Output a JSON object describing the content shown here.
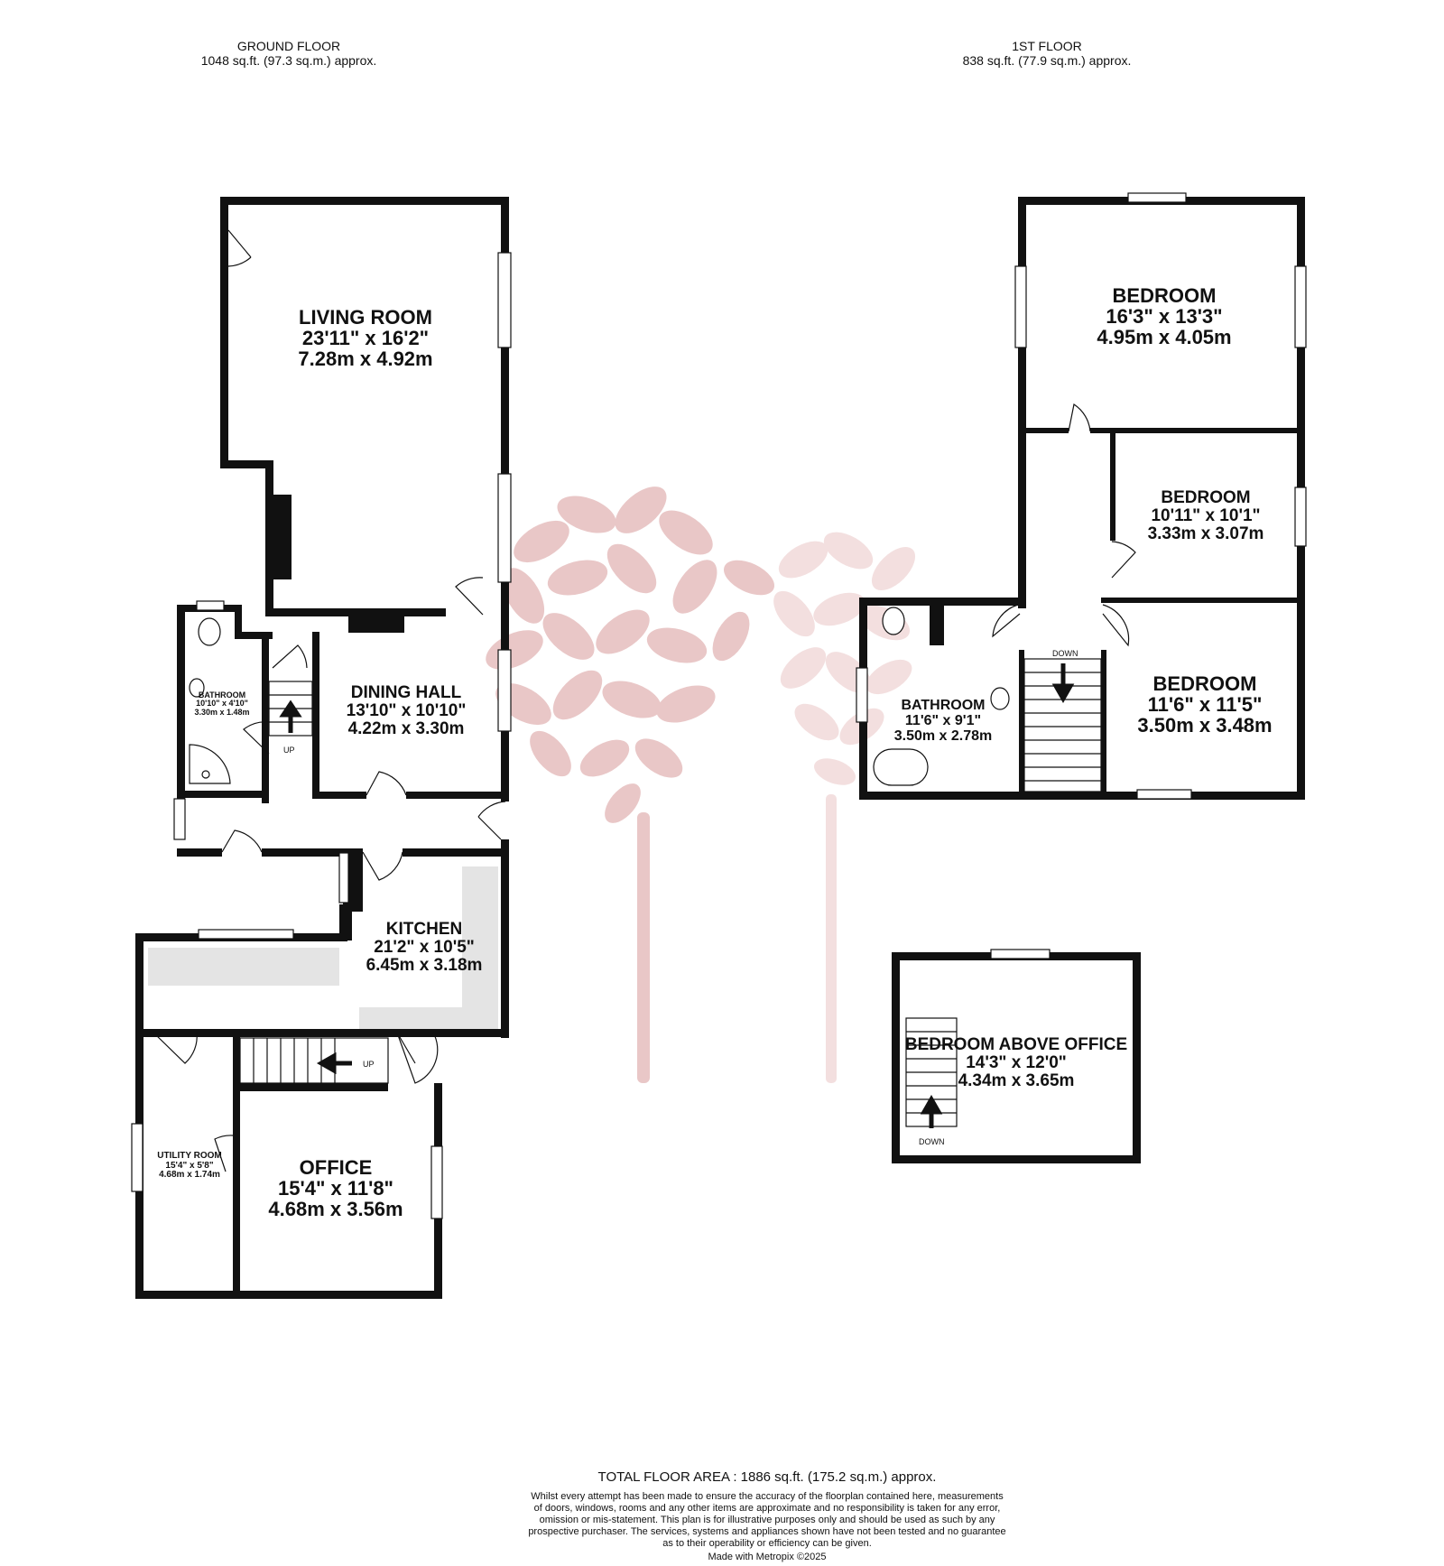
{
  "ground_floor": {
    "title": "GROUND FLOOR",
    "area": "1048 sq.ft. (97.3 sq.m.) approx.",
    "rooms": {
      "living_room": {
        "name": "LIVING ROOM",
        "imperial": "23'11\"  x 16'2\"",
        "metric": "7.28m  x 4.92m"
      },
      "dining_hall": {
        "name": "DINING HALL",
        "imperial": "13'10\"  x 10'10\"",
        "metric": "4.22m  x 3.30m"
      },
      "bathroom": {
        "name": "BATHROOM",
        "imperial": "10'10\"  x 4'10\"",
        "metric": "3.30m  x 1.48m"
      },
      "kitchen": {
        "name": "KITCHEN",
        "imperial": "21'2\"  x 10'5\"",
        "metric": "6.45m  x 3.18m"
      },
      "utility_room": {
        "name": "UTILITY ROOM",
        "imperial": "15'4\"  x 5'8\"",
        "metric": "4.68m  x 1.74m"
      },
      "office": {
        "name": "OFFICE",
        "imperial": "15'4\"  x 11'8\"",
        "metric": "4.68m  x 3.56m"
      }
    },
    "stairs_up_label": "UP",
    "stairs_up_label_2": "UP"
  },
  "first_floor": {
    "title": "1ST FLOOR",
    "area": "838 sq.ft. (77.9 sq.m.) approx.",
    "rooms": {
      "bedroom_1": {
        "name": "BEDROOM",
        "imperial": "16'3\"  x 13'3\"",
        "metric": "4.95m  x 4.05m"
      },
      "bedroom_2": {
        "name": "BEDROOM",
        "imperial": "10'11\"  x 10'1\"",
        "metric": "3.33m  x 3.07m"
      },
      "bedroom_3": {
        "name": "BEDROOM",
        "imperial": "11'6\"  x 11'5\"",
        "metric": "3.50m  x 3.48m"
      },
      "bathroom": {
        "name": "BATHROOM",
        "imperial": "11'6\"  x 9'1\"",
        "metric": "3.50m  x 2.78m"
      },
      "bedroom_above_office": {
        "name": "BEDROOM ABOVE OFFICE",
        "imperial": "14'3\"  x 12'0\"",
        "metric": "4.34m  x 3.65m"
      }
    },
    "stairs_down_label": "DOWN",
    "stairs_down_label_2": "DOWN"
  },
  "total_area": "TOTAL FLOOR AREA : 1886 sq.ft. (175.2 sq.m.) approx.",
  "disclaimer": [
    "Whilst every attempt has been made to ensure the accuracy of the floorplan contained here, measurements",
    "of doors, windows, rooms and any other items are approximate and no responsibility is taken for any error,",
    "omission or mis-statement. This plan is for illustrative purposes only and should be used as such by any",
    "prospective purchaser. The services, systems and appliances shown have not been tested and no guarantee",
    "as to their operability or efficiency can be given."
  ],
  "made_with": "Made with Metropix ©2025",
  "colors": {
    "walls": "#111111",
    "fittings": "#e4e4e4",
    "watermark": "#e5bdbd"
  },
  "watermark_icon": "tree-logo-icon"
}
